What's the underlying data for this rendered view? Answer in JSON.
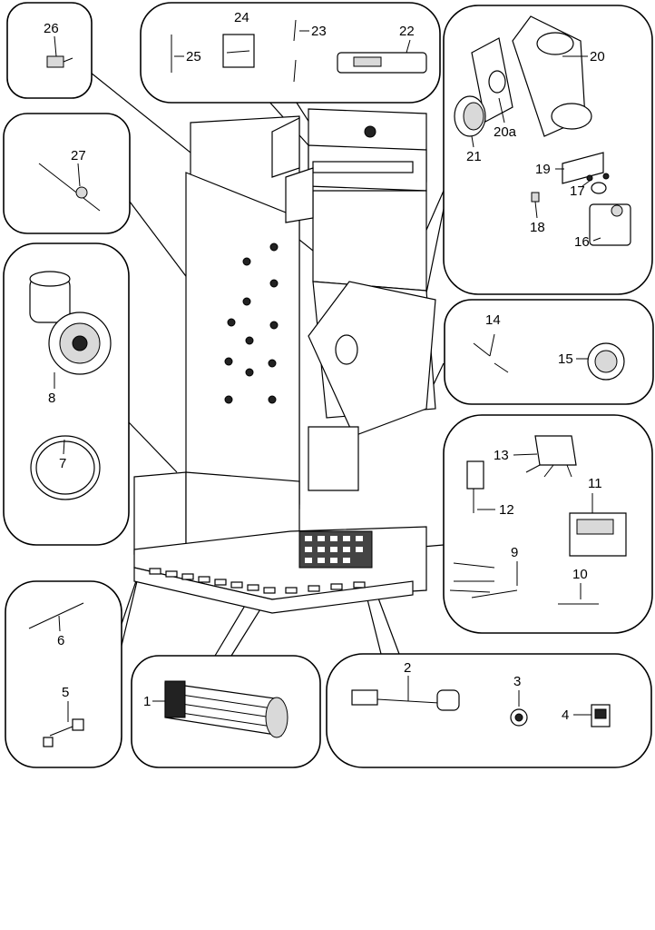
{
  "labels": {
    "p1": "1",
    "p2": "2",
    "p3": "3",
    "p4": "4",
    "p5": "5",
    "p6": "6",
    "p7": "7",
    "p8": "8",
    "p9": "9",
    "p10": "10",
    "p11": "11",
    "p12": "12",
    "p13": "13",
    "p14": "14",
    "p15": "15",
    "p16": "16",
    "p17": "17",
    "p18": "18",
    "p19": "19",
    "p20": "20",
    "p20a": "20a",
    "p21": "21",
    "p22": "22",
    "p23": "23",
    "p24": "24",
    "p25": "25",
    "p26": "26",
    "p27": "27"
  }
}
